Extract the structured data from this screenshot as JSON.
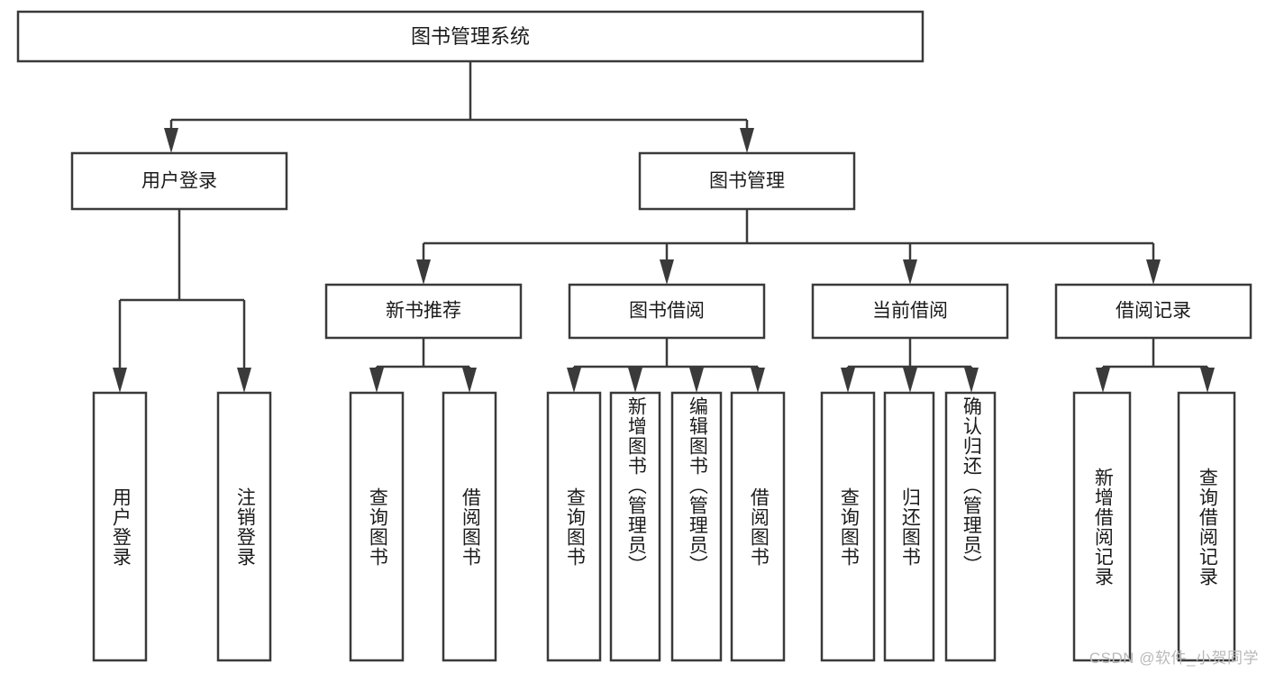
{
  "diagram": {
    "title": "图书管理系统",
    "type": "tree-hierarchy-chart",
    "root": {
      "label": "图书管理系统"
    },
    "level1": [
      {
        "label": "用户登录"
      },
      {
        "label": "图书管理"
      }
    ],
    "level2": [
      {
        "label": "新书推荐"
      },
      {
        "label": "图书借阅"
      },
      {
        "label": "当前借阅"
      },
      {
        "label": "借阅记录"
      }
    ],
    "leaves": [
      {
        "label": "用户登录",
        "parent": "用户登录"
      },
      {
        "label": "注销登录",
        "parent": "用户登录"
      },
      {
        "label": "查询图书",
        "parent": "新书推荐"
      },
      {
        "label": "借阅图书",
        "parent": "新书推荐"
      },
      {
        "label": "查询图书",
        "parent": "图书借阅"
      },
      {
        "label": "新增图书（管理员）",
        "parent": "图书借阅"
      },
      {
        "label": "编辑图书（管理员）",
        "parent": "图书借阅"
      },
      {
        "label": "借阅图书",
        "parent": "图书借阅"
      },
      {
        "label": "查询图书",
        "parent": "当前借阅"
      },
      {
        "label": "归还图书",
        "parent": "当前借阅"
      },
      {
        "label": "确认归还（管理员）",
        "parent": "当前借阅"
      },
      {
        "label": "新增借阅记录",
        "parent": "借阅记录"
      },
      {
        "label": "查询借阅记录",
        "parent": "借阅记录"
      }
    ],
    "watermark": "CSDN @软件_小贺同学",
    "colors": {
      "stroke": "#3a3a3a",
      "fill": "#ffffff",
      "text": "#1b1b1b",
      "watermark": "#b9b9b9"
    }
  }
}
